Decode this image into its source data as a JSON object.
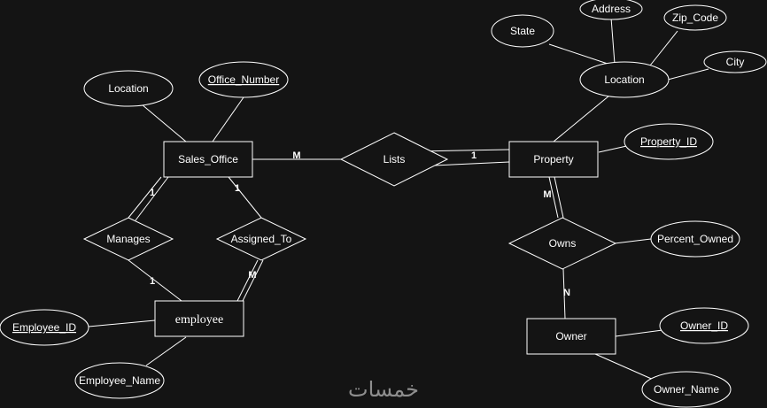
{
  "diagram": {
    "entities": {
      "sales_office": "Sales_Office",
      "employee": "employee",
      "property": "Property",
      "owner": "Owner"
    },
    "relationships": {
      "lists": "Lists",
      "manages": "Manages",
      "assigned_to": "Assigned_To",
      "owns": "Owns"
    },
    "attributes": {
      "location_office": "Location",
      "office_number": "Office_Number",
      "employee_id": "Employee_ID",
      "employee_name": "Employee_Name",
      "state": "State",
      "address": "Address",
      "zip_code": "Zip_Code",
      "city": "City",
      "location_property": "Location",
      "property_id": "Property_ID",
      "percent_owned": "Percent_Owned",
      "owner_id": "Owner_ID",
      "owner_name": "Owner_Name"
    },
    "cardinalities": {
      "lists_office": "M",
      "lists_property": "1",
      "manages_office": "1",
      "manages_employee": "1",
      "assigned_office": "1",
      "assigned_employee": "M",
      "owns_property": "M",
      "owns_owner": "N"
    }
  },
  "watermark": "خمسات"
}
